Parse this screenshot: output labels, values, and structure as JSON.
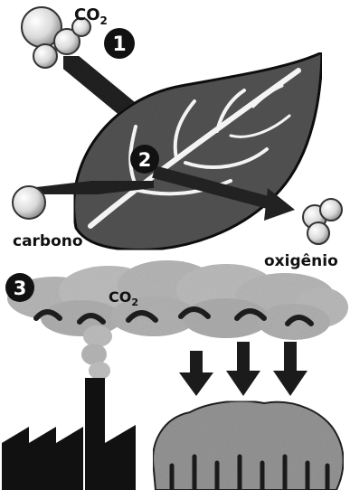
{
  "labels": {
    "co2_top": "CO",
    "co2_top_sub": "2",
    "carbon": "carbono",
    "oxygen": "oxigênio",
    "co2_cloud": "CO",
    "co2_cloud_sub": "2"
  },
  "markers": [
    "1",
    "2",
    "3"
  ]
}
